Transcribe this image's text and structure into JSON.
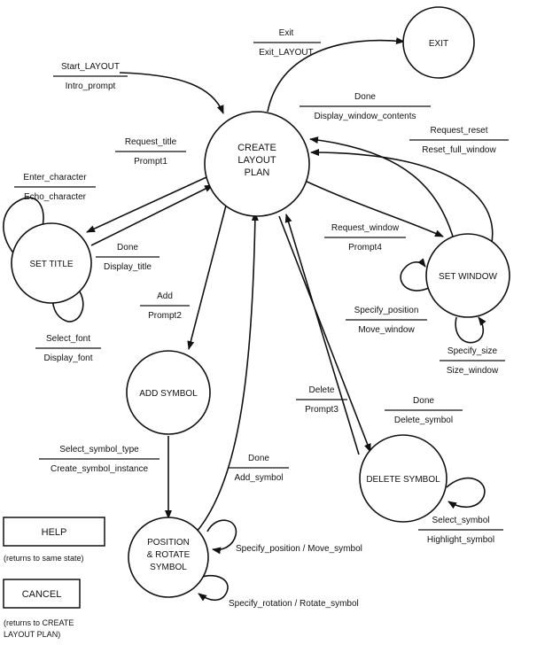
{
  "states": {
    "create": [
      "CREATE",
      "LAYOUT",
      "PLAN"
    ],
    "exit": "EXIT",
    "set_title": "SET TITLE",
    "set_window": "SET WINDOW",
    "add_symbol": "ADD SYMBOL",
    "position_rotate": [
      "POSITION",
      "& ROTATE",
      "SYMBOL"
    ],
    "delete_symbol": "DELETE SYMBOL"
  },
  "transitions": {
    "start": {
      "event": "Start_LAYOUT",
      "action": "Intro_prompt"
    },
    "exit": {
      "event": "Exit",
      "action": "Exit_LAYOUT"
    },
    "done_window": {
      "event": "Done",
      "action": "Display_window_contents"
    },
    "request_reset": {
      "event": "Request_reset",
      "action": "Reset_full_window"
    },
    "request_title": {
      "event": "Request_title",
      "action": "Prompt1"
    },
    "enter_character": {
      "event": "Enter_character",
      "action": "Echo_character"
    },
    "done_title": {
      "event": "Done",
      "action": "Display_title"
    },
    "select_font": {
      "event": "Select_font",
      "action": "Display_font"
    },
    "request_window": {
      "event": "Request_window",
      "action": "Prompt4"
    },
    "specify_position": {
      "event": "Specify_position",
      "action": "Move_window"
    },
    "specify_size": {
      "event": "Specify_size",
      "action": "Size_window"
    },
    "add": {
      "event": "Add",
      "action": "Prompt2"
    },
    "delete": {
      "event": "Delete",
      "action": "Prompt3"
    },
    "done_delete": {
      "event": "Done",
      "action": "Delete_symbol"
    },
    "select_symbol_type": {
      "event": "Select_symbol_type",
      "action": "Create_symbol_instance"
    },
    "done_add": {
      "event": "Done",
      "action": "Add_symbol"
    },
    "select_symbol": {
      "event": "Select_symbol",
      "action": "Highlight_symbol"
    }
  },
  "self_loops": {
    "move_symbol": "Specify_position / Move_symbol",
    "rotate_symbol": "Specify_rotation / Rotate_symbol"
  },
  "legend": {
    "help_label": "HELP",
    "help_note": "(returns to same state)",
    "cancel_label": "CANCEL",
    "cancel_note_line1": "(returns to CREATE",
    "cancel_note_line2": "LAYOUT PLAN)"
  }
}
